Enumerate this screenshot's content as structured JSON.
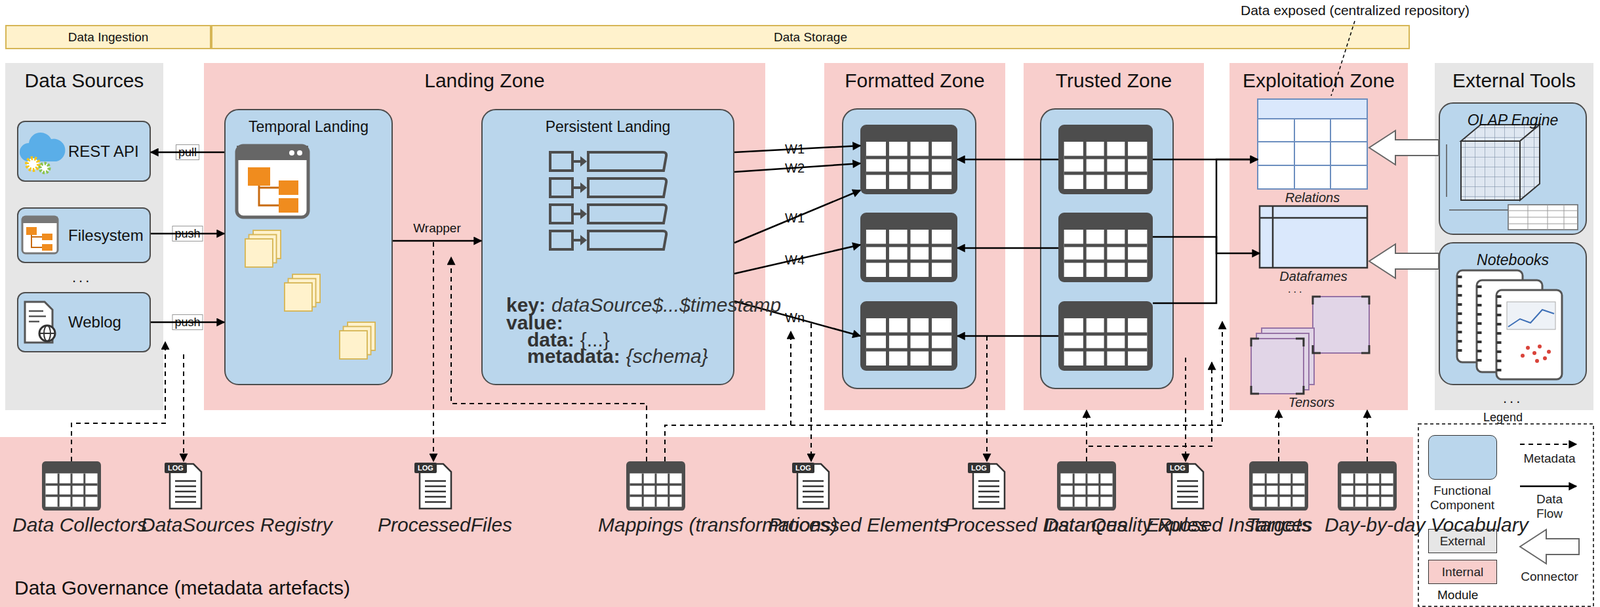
{
  "diagram": {
    "nodes": [
      {
        "text": [
          "Data Ingestion"
        ]
      },
      {
        "text": [
          "Data Storage"
        ]
      },
      {
        "text": [
          "Data Sources"
        ]
      },
      {
        "text": [
          "REST API"
        ],
        "in": 2
      },
      {
        "text": [
          "Filesystem"
        ],
        "in": 2
      },
      {
        "text": [
          "Weblog"
        ],
        "in": 2
      },
      {
        "text": [
          "Landing Zone"
        ]
      },
      {
        "text": [
          "Temporal Landing"
        ],
        "in": 6
      },
      {
        "text": [
          "Persistent Landing",
          "key:",
          "dataSource$...$timestamp",
          "value:",
          "data:",
          "{...}",
          "metadata:",
          "{schema}"
        ],
        "in": 6
      },
      {
        "text": [
          "Formatted Zone"
        ]
      },
      {
        "text": [
          "Trusted Zone"
        ]
      },
      {
        "text": [
          "Exploitation Zone"
        ]
      },
      {
        "text": [
          "Relations"
        ],
        "in": 11
      },
      {
        "text": [
          "Dataframes"
        ],
        "in": 11
      },
      {
        "text": [
          "Tensors"
        ],
        "in": 11
      },
      {
        "text": [
          "External Tools"
        ]
      },
      {
        "text": [
          "OLAP Engine"
        ],
        "in": 15
      },
      {
        "text": [
          "Notebooks"
        ],
        "in": 15
      },
      {
        "text": [
          "Data Governance (metadata artefacts)"
        ]
      },
      {
        "text": [
          "Data Collectors"
        ],
        "in": 18
      },
      {
        "text": [
          "DataSources Registry"
        ],
        "in": 18
      },
      {
        "text": [
          "ProcessedFiles"
        ],
        "in": 18
      },
      {
        "text": [
          "Mappings (transformations)"
        ],
        "in": 18
      },
      {
        "text": [
          "Processed Elements"
        ],
        "in": 18
      },
      {
        "text": [
          "Processed Instances"
        ],
        "in": 18
      },
      {
        "text": [
          "Data Quality Rules"
        ],
        "in": 18
      },
      {
        "text": [
          "Exposed Instances"
        ],
        "in": 18
      },
      {
        "text": [
          "Targets"
        ],
        "in": 18
      },
      {
        "text": [
          "Day-by-day Vocabulary"
        ],
        "in": 18
      }
    ],
    "edges": [
      {
        "from": 7,
        "to": 3,
        "label": "pull",
        "arrow": "to"
      },
      {
        "from": 4,
        "to": 7,
        "label": "push",
        "arrow": "to"
      },
      {
        "from": 5,
        "to": 7,
        "label": "push",
        "arrow": "to"
      },
      {
        "from": 7,
        "to": 8,
        "label": "Wrapper",
        "arrow": "to"
      },
      {
        "from": 8,
        "to": 9,
        "label": "W1",
        "arrow": "to"
      },
      {
        "from": 8,
        "to": 9,
        "label": "W2",
        "arrow": "to"
      },
      {
        "from": 8,
        "to": 9,
        "label": "W1",
        "arrow": "to"
      },
      {
        "from": 8,
        "to": 9,
        "label": "W4",
        "arrow": "to"
      },
      {
        "from": 8,
        "to": 9,
        "label": "Wn",
        "arrow": "to"
      },
      {
        "from": 10,
        "to": 9,
        "arrow": "to"
      },
      {
        "from": 10,
        "to": 9,
        "arrow": "to"
      },
      {
        "from": 10,
        "to": 9,
        "arrow": "to"
      },
      {
        "from": 10,
        "to": 12,
        "arrow": "to"
      },
      {
        "from": 10,
        "to": 13,
        "arrow": "to"
      },
      {
        "from": 10,
        "to": 12,
        "arrow": "to"
      },
      {
        "from": 16,
        "to": 12,
        "arrow": "to"
      },
      {
        "from": 17,
        "to": 13,
        "arrow": "to"
      },
      {
        "from": 19,
        "to": 2,
        "arrow": "to"
      },
      {
        "from": 2,
        "to": 20,
        "arrow": "to"
      },
      {
        "from": 6,
        "to": 21,
        "arrow": "to"
      },
      {
        "from": 22,
        "to": 6,
        "arrow": "to"
      },
      {
        "from": 22,
        "to": 9,
        "arrow": "to"
      },
      {
        "from": 22,
        "to": 11,
        "arrow": "to"
      },
      {
        "from": 9,
        "to": 23,
        "arrow": "to"
      },
      {
        "from": 9,
        "to": 24,
        "arrow": "to"
      },
      {
        "from": 25,
        "to": 10,
        "arrow": "to"
      },
      {
        "from": 25,
        "to": 11,
        "arrow": "to"
      },
      {
        "from": 10,
        "to": 26,
        "arrow": "to"
      },
      {
        "from": 27,
        "to": 11,
        "arrow": "to"
      },
      {
        "from": 28,
        "to": 11,
        "arrow": "to"
      }
    ],
    "labels": [
      "Data exposed (centralized repository)",
      "...",
      "...",
      "...",
      "Legend",
      "Module",
      "LOG",
      "LOG",
      "LOG",
      "LOG",
      "LOG"
    ],
    "legend": [
      {
        "text": "Functional Component",
        "color": "#bad6ec"
      },
      {
        "text": "Metadata"
      },
      {
        "text": "Data Flow"
      },
      {
        "text": "External",
        "color": "#e6e6e6"
      },
      {
        "text": "Internal",
        "color": "#f8cecc"
      },
      {
        "text": "Connector"
      }
    ]
  }
}
